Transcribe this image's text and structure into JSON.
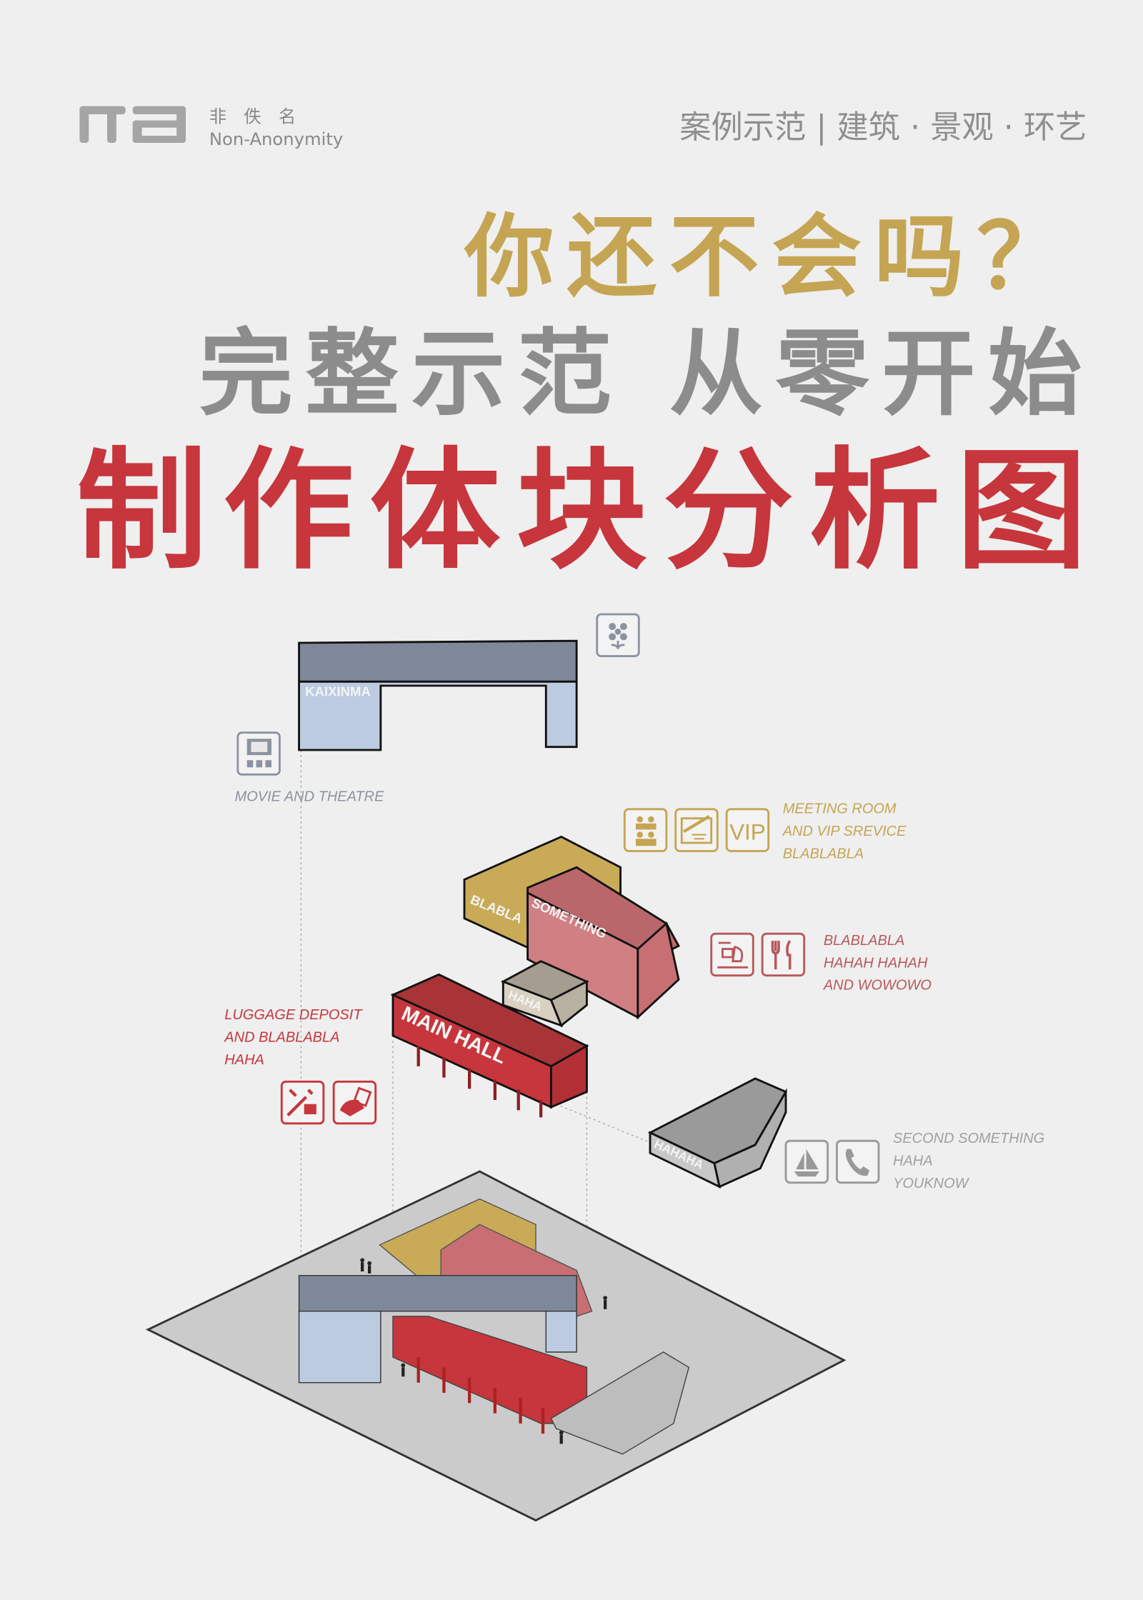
{
  "header": {
    "logo_mark": "na",
    "brand_cn": "非　佚　名",
    "brand_en": "Non-Anonymity",
    "category": "案例示范 | 建筑 · 景观 · 环艺"
  },
  "title": {
    "line1": "你还不会吗？",
    "line2": "完整示范 从零开始",
    "line3": "制作体块分析图"
  },
  "diagram": {
    "blocks": {
      "kaixinma": "KAIXINMA",
      "blabla": "BLABLA",
      "something": "SOMETHING",
      "haha": "HAHA",
      "main_hall": "MAIN HALL",
      "hahaha": "HAHAHA"
    },
    "annotations": {
      "movie": {
        "lines": [
          "MOVIE AND THEATRE"
        ],
        "icons": [
          "cinema-icon"
        ]
      },
      "meeting": {
        "lines": [
          "MEETING ROOM",
          "AND VIP SREVICE",
          "BLABLABLA"
        ],
        "vip_label": "VIP",
        "icons": [
          "meeting-people-icon",
          "presentation-board-icon",
          "vip-icon"
        ]
      },
      "dining": {
        "lines": [
          "BLABLABLA",
          "HAHAH HAHAH",
          "AND WOWOWO"
        ],
        "icons": [
          "tea-service-icon",
          "fork-knife-icon"
        ]
      },
      "luggage": {
        "lines": [
          "LUGGAGE DEPOSIT",
          "AND BLABLABLA",
          "HAHA"
        ],
        "icons": [
          "luggage-hand-icon",
          "luggage-deposit-icon"
        ]
      },
      "second": {
        "lines": [
          "SECOND SOMETHING",
          "HAHA",
          "YOUKNOW"
        ],
        "icons": [
          "paper-boat-icon",
          "telephone-icon"
        ]
      },
      "garden": {
        "icons": [
          "flower-icon"
        ]
      }
    }
  },
  "colors": {
    "gold": "#c5a553",
    "gray": "#8c8c8c",
    "red": "#c6363c",
    "blue_face": "#bccbe0",
    "blue_top": "#7e8898"
  }
}
